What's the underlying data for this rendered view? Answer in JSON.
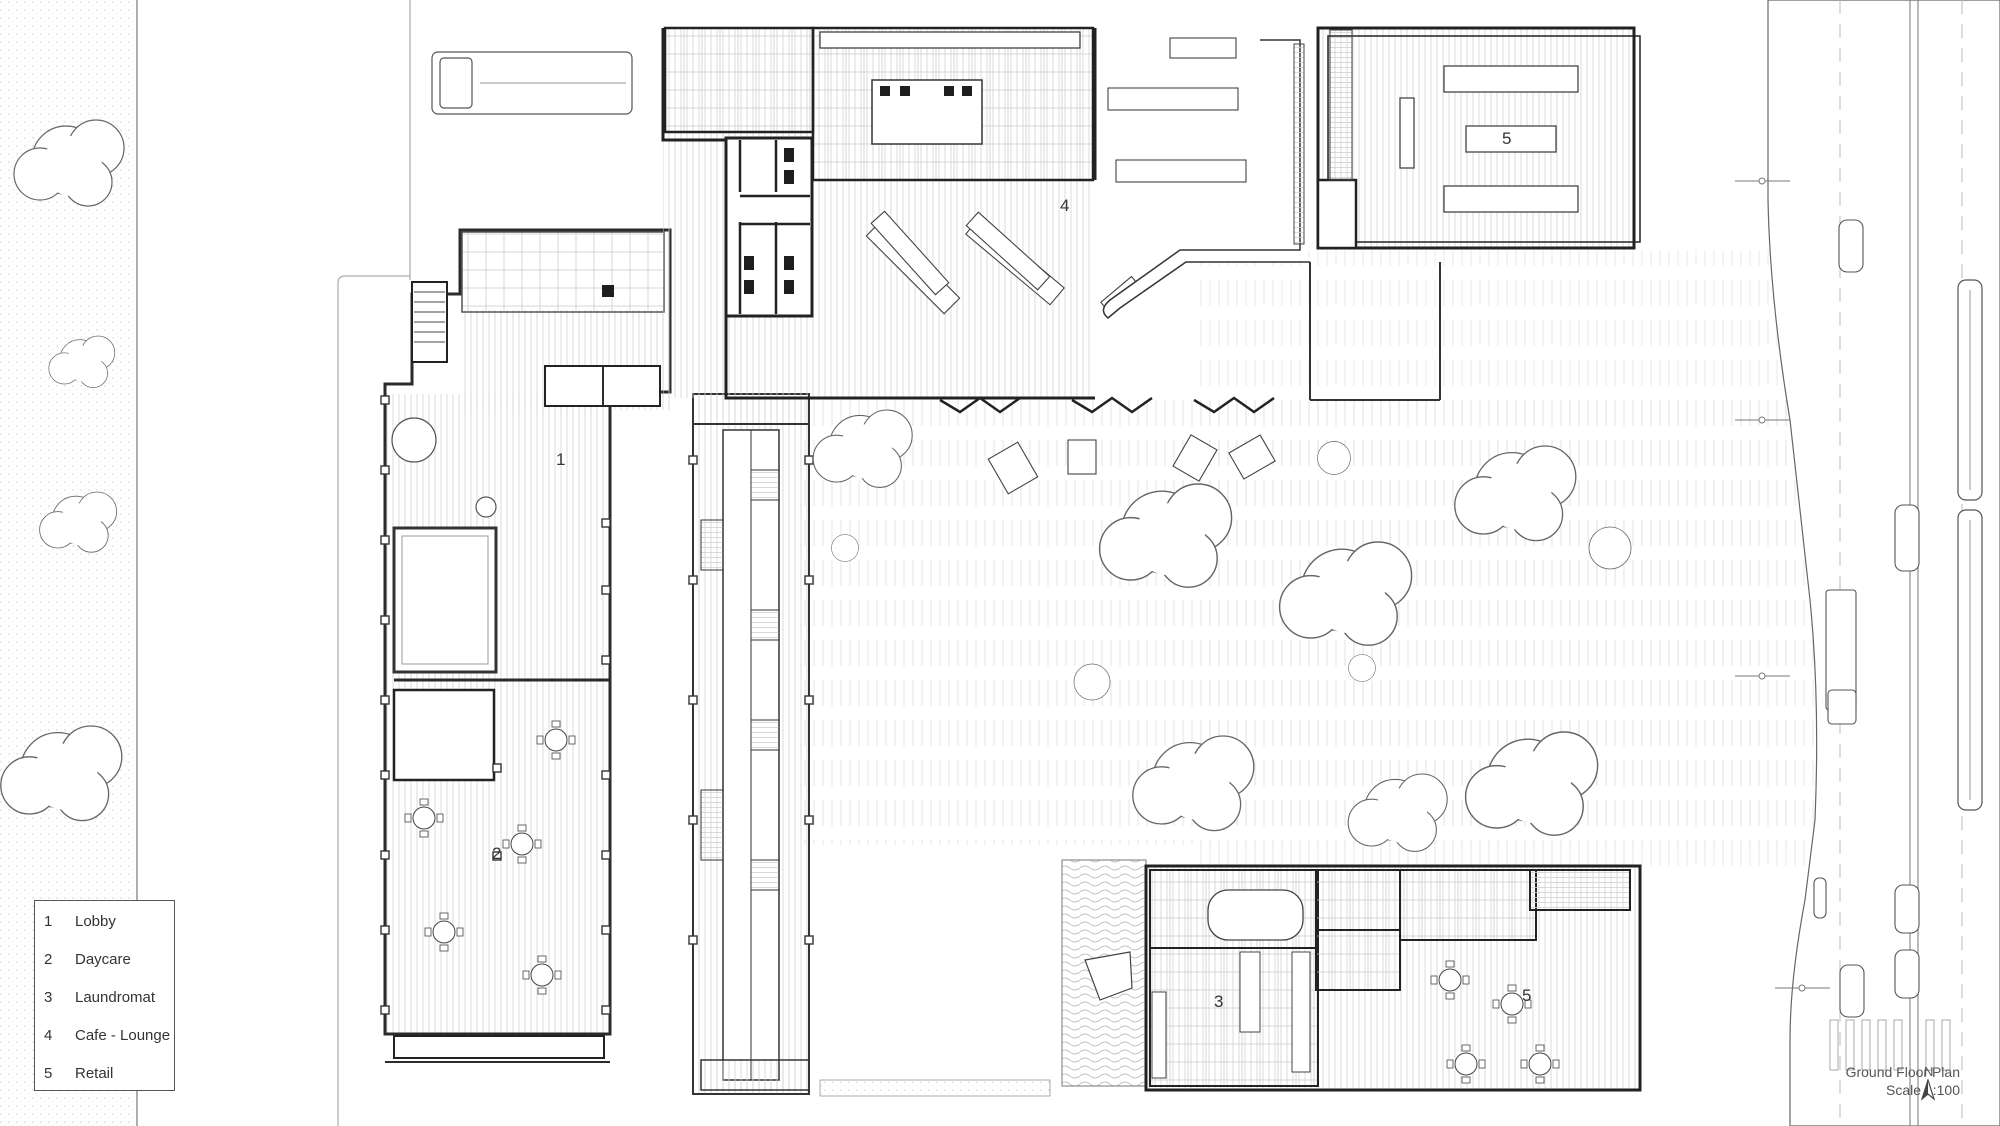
{
  "legend": {
    "items": [
      {
        "num": "1",
        "label": "Lobby"
      },
      {
        "num": "2",
        "label": "Daycare"
      },
      {
        "num": "3",
        "label": "Laundromat"
      },
      {
        "num": "4",
        "label": "Cafe - Lounge"
      },
      {
        "num": "5",
        "label": "Retail"
      }
    ]
  },
  "rooms": [
    {
      "id": "lobby",
      "num": "1"
    },
    {
      "id": "daycare",
      "num": "2"
    },
    {
      "id": "laundromat",
      "num": "3"
    },
    {
      "id": "cafe-lounge",
      "num": "4"
    },
    {
      "id": "retail-north",
      "num": "5"
    },
    {
      "id": "retail-south",
      "num": "5"
    }
  ],
  "caption": {
    "title": "Ground Floor Plan",
    "scale": "Scale 1:100",
    "north": "N"
  },
  "icons": [
    "tree-icon",
    "table-icon",
    "car-icon",
    "bus-icon",
    "person-icon",
    "north-arrow-icon",
    "stair-icon"
  ],
  "colors": {
    "line": "#3a3a3a",
    "light_line": "#9a9a9a",
    "fill_dark": "#1e1e1e",
    "paper": "#ffffff"
  }
}
